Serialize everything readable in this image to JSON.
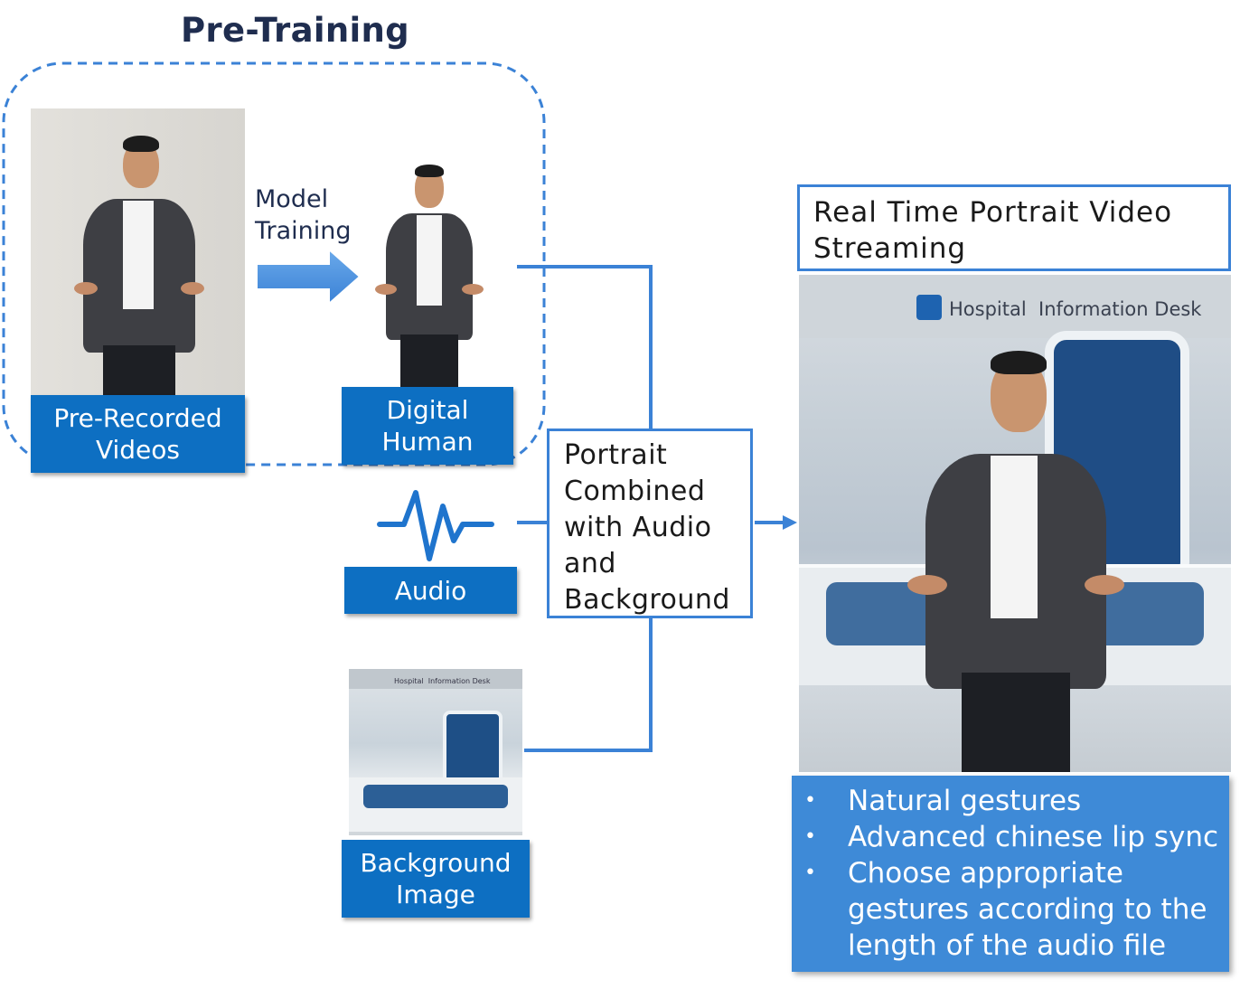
{
  "title": "Pre-Training",
  "model_training_label": "Model\nTraining",
  "boxes": {
    "pre_recorded": "Pre-Recorded\nVideos",
    "digital_human": "Digital\nHuman",
    "audio": "Audio",
    "background_image": "Background\nImage",
    "portrait_combined": "Portrait\nCombined\nwith Audio\nand\nBackground",
    "real_time": "Real Time Portrait Video\nStreaming"
  },
  "sign_text": "Hospital  Information Desk",
  "features": [
    "Natural gestures",
    "Advanced chinese lip sync",
    "Choose appropriate gestures according to the length of the audio file"
  ],
  "colors": {
    "box_blue": "#0d6fc2",
    "line_blue": "#3b82d6",
    "feature_blue": "#3e8ad7",
    "title_navy": "#1f2d4f"
  }
}
